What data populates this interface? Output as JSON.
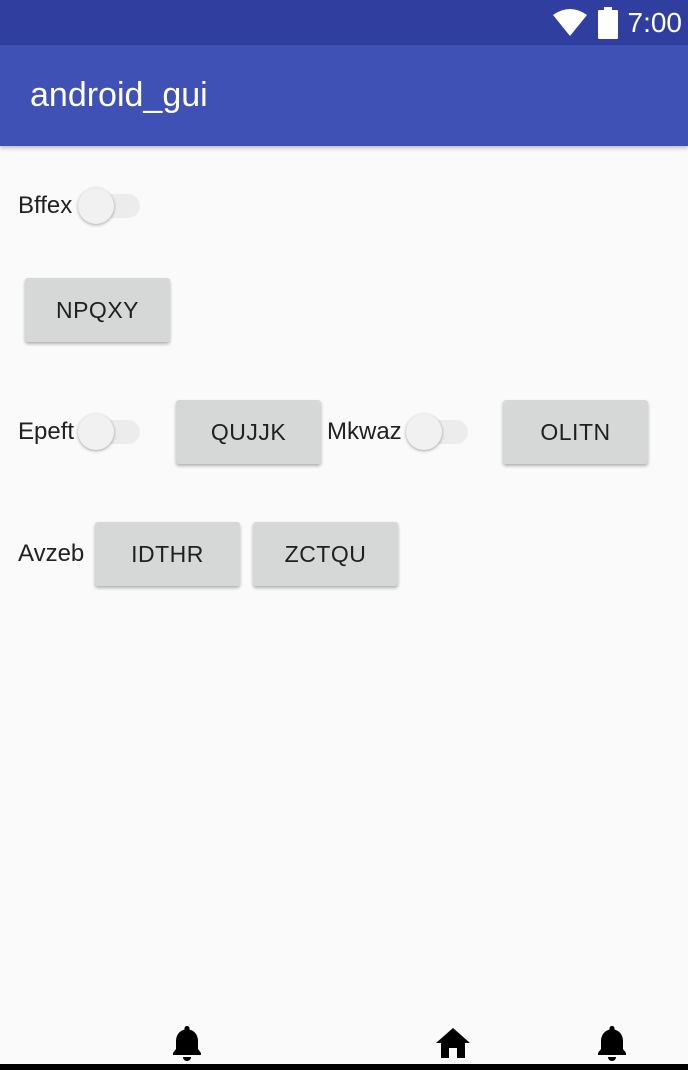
{
  "status_bar": {
    "time": "7:00",
    "icons": [
      "wifi-icon",
      "battery-icon"
    ]
  },
  "app_bar": {
    "title": "android_gui"
  },
  "rows": {
    "row1": {
      "switch_label": "Bffex",
      "switch_on": false
    },
    "row2": {
      "button_label": "NPQXY"
    },
    "row3": {
      "switch1_label": "Epeft",
      "switch1_on": false,
      "button1_label": "QUJJK",
      "switch2_label": "Mkwaz",
      "switch2_on": false,
      "button2_label": "OLITN"
    },
    "row4": {
      "label": "Avzeb",
      "button1_label": "IDTHR",
      "button2_label": "ZCTQU"
    }
  },
  "nav_bar": {
    "icons": [
      "bell-icon",
      "home-icon",
      "bell-icon"
    ]
  },
  "colors": {
    "status_bar": "#303f9f",
    "app_bar": "#3f51b5",
    "background": "#fafafa",
    "button": "#d6d7d7"
  }
}
